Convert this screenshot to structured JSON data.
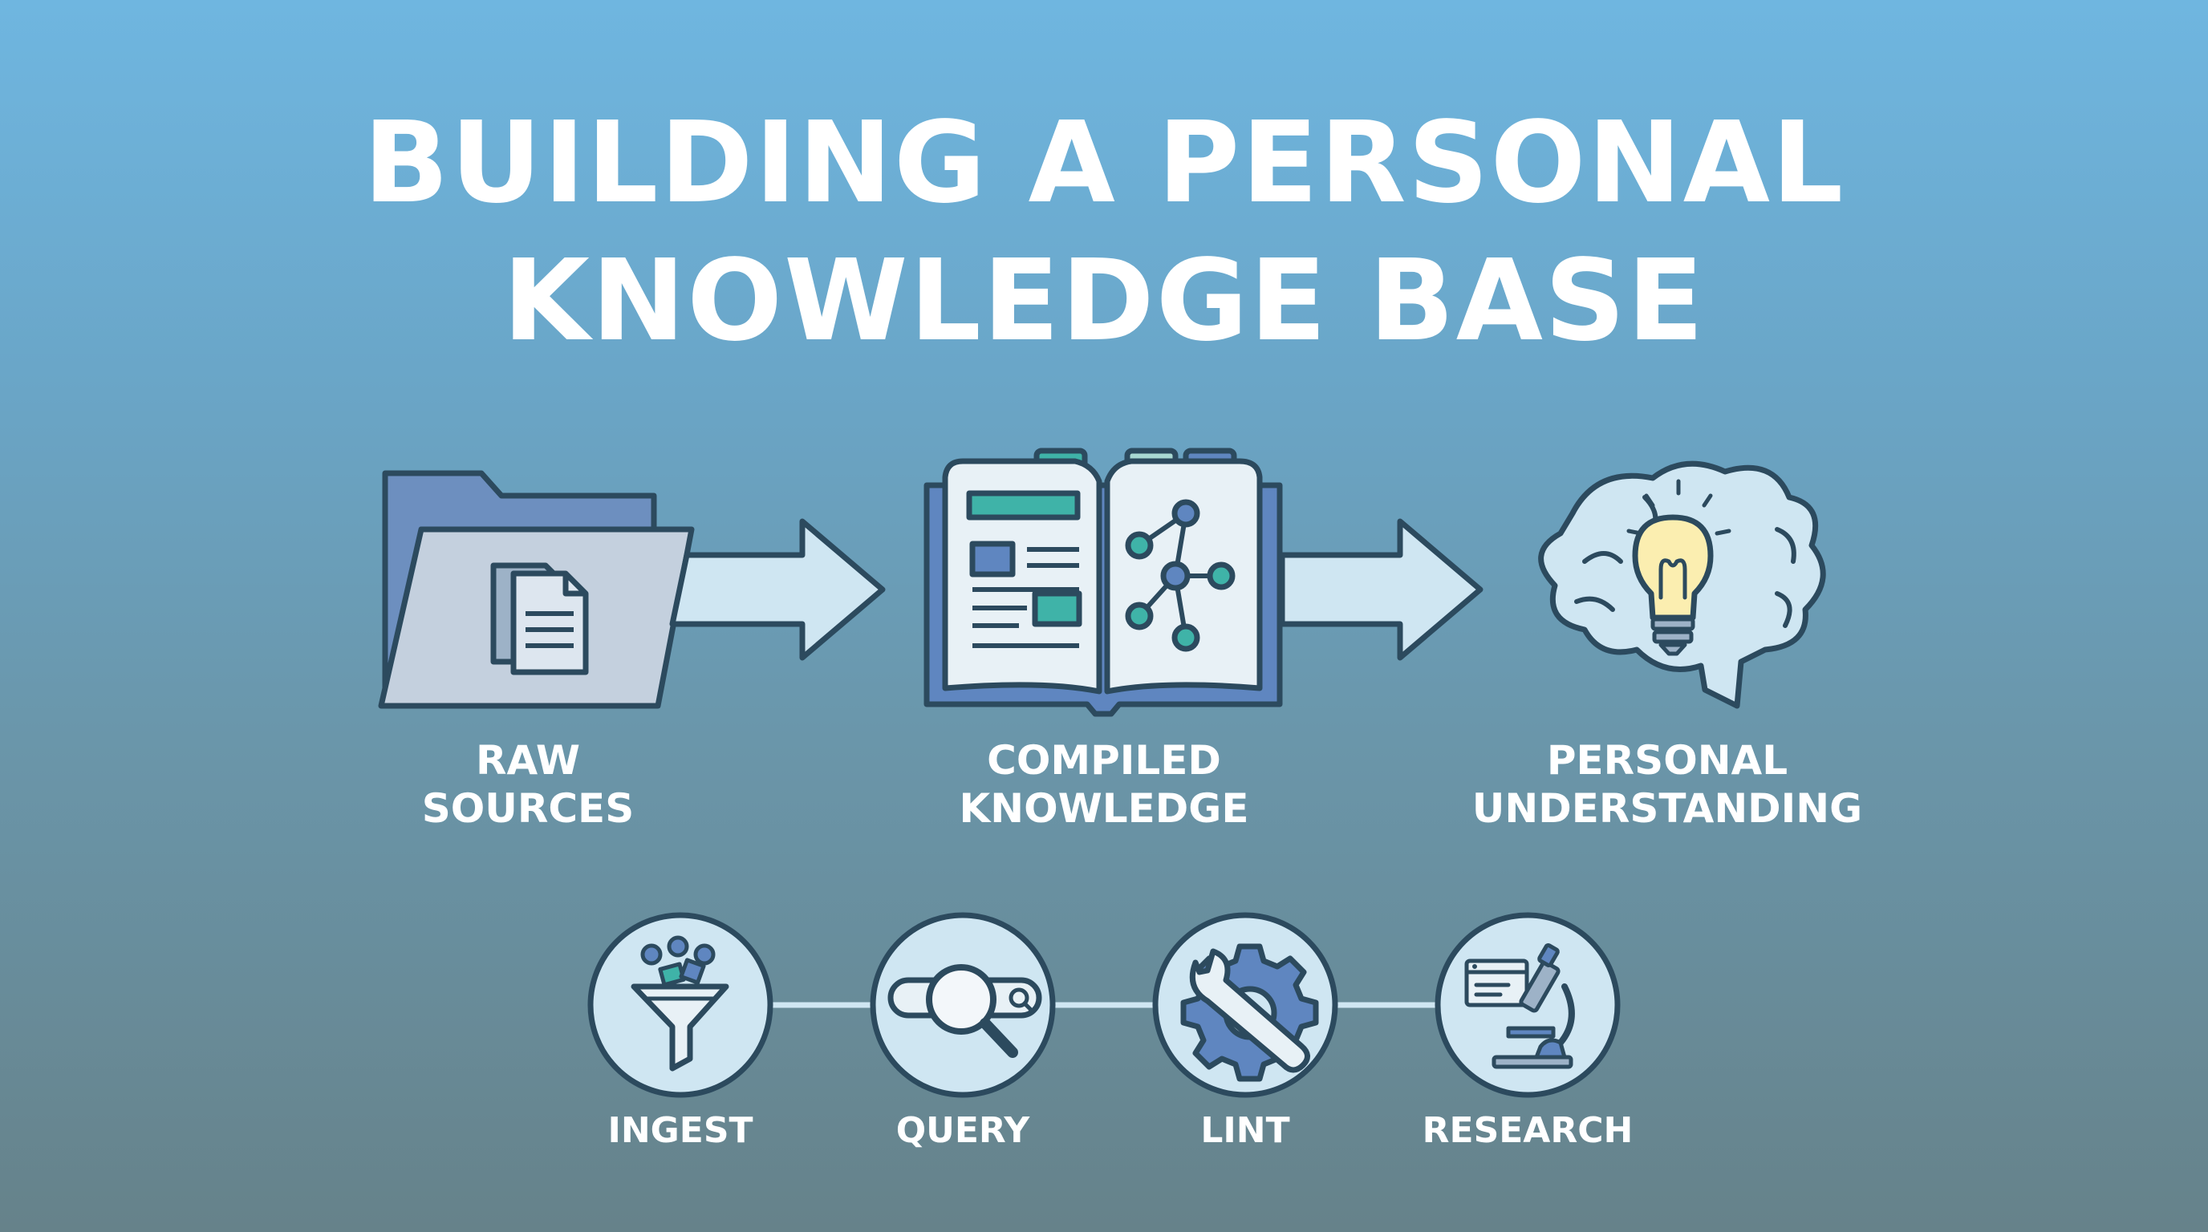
{
  "title": {
    "line1": "BUILDING A PERSONAL",
    "line2": "KNOWLEDGE BASE"
  },
  "stages": [
    {
      "line1": "RAW",
      "line2": "SOURCES",
      "icon": "folder-icon"
    },
    {
      "line1": "COMPILED",
      "line2": "KNOWLEDGE",
      "icon": "book-network-icon"
    },
    {
      "line1": "PERSONAL",
      "line2": "UNDERSTANDING",
      "icon": "brain-lightbulb-icon"
    }
  ],
  "tools": [
    {
      "label": "INGEST",
      "icon": "funnel-icon"
    },
    {
      "label": "QUERY",
      "icon": "search-magnifier-icon"
    },
    {
      "label": "LINT",
      "icon": "gear-wrench-icon"
    },
    {
      "label": "RESEARCH",
      "icon": "microscope-icon"
    }
  ],
  "colors": {
    "outline": "#2c4a5e",
    "light_fill": "#cfe6f2",
    "folder_back": "#6d8fbf",
    "folder_front": "#c4d0de",
    "teal": "#3fb3a8",
    "bulb": "#fbeeb0"
  }
}
